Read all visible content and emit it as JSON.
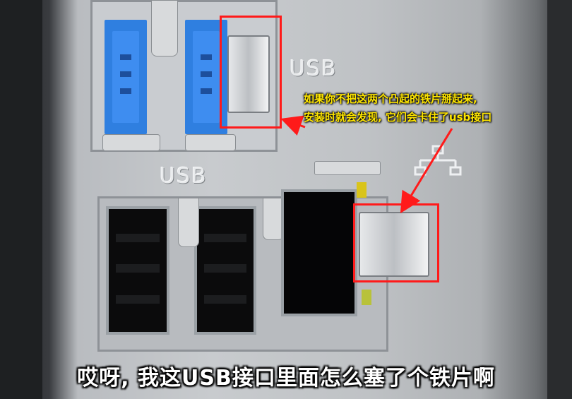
{
  "panel": {
    "usb_label_right": "USB",
    "usb_label_bottom": "USB"
  },
  "annotation": {
    "line1": "如果你不把这两个凸起的铁片掰起来,",
    "line2": "安装时就会发现, 它们会卡住了usb接口"
  },
  "subtitle": "哎呀, 我这USB接口里面怎么塞了个铁片啊",
  "colors": {
    "highlight_box": "#ff1a1a",
    "annotation_text": "#ffe600",
    "subtitle_text": "#ffffff",
    "usb3_port": "#2f7fe0"
  },
  "icons": {
    "network_symbol": "network-port-icon"
  }
}
